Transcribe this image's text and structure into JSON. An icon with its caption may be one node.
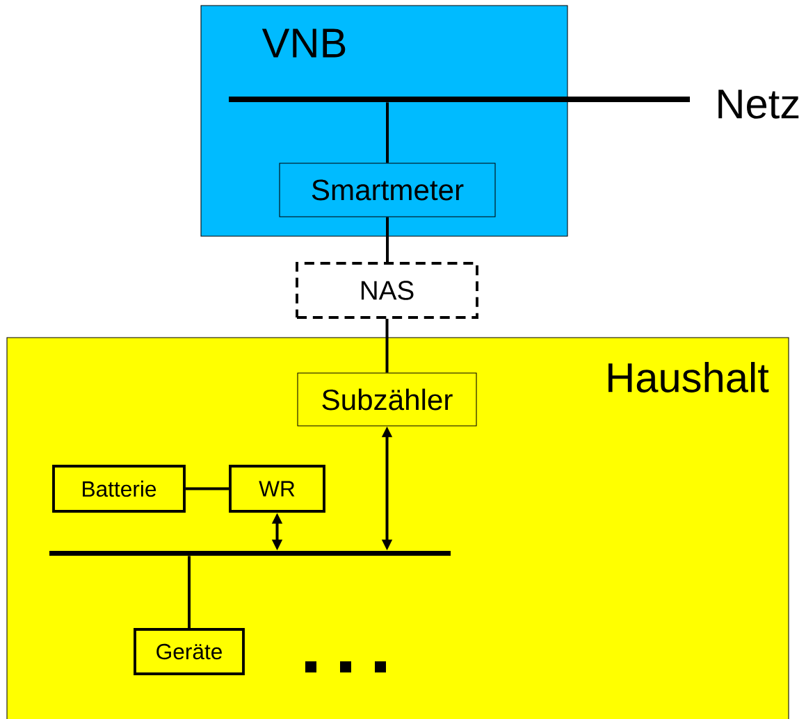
{
  "diagram": {
    "nodes": [
      {
        "text": [
          "VNB"
        ]
      },
      {
        "text": [],
        "shape": "bar",
        "beside": [
          "Netz"
        ]
      },
      {
        "text": [
          "Smartmeter"
        ],
        "in": 0
      },
      {
        "text": [
          "NAS"
        ]
      },
      {
        "text": [
          "Haushalt"
        ]
      },
      {
        "text": [
          "Subzähler"
        ],
        "in": 4
      },
      {
        "text": [
          "Batterie"
        ],
        "in": 4
      },
      {
        "text": [
          "WR"
        ],
        "in": 4
      },
      {
        "text": [],
        "shape": "bar",
        "in": 4
      },
      {
        "text": [
          "Geräte"
        ],
        "in": 4
      }
    ],
    "edges": [
      {
        "from": 1,
        "to": 2,
        "arrow": "none"
      },
      {
        "from": 2,
        "to": 3,
        "arrow": "none"
      },
      {
        "from": 3,
        "to": 5,
        "arrow": "none"
      },
      {
        "from": 5,
        "to": 8,
        "arrow": "both"
      },
      {
        "from": 6,
        "to": 7,
        "arrow": "none"
      },
      {
        "from": 7,
        "to": 8,
        "arrow": "both"
      },
      {
        "from": 8,
        "to": 9,
        "arrow": "none"
      }
    ]
  }
}
